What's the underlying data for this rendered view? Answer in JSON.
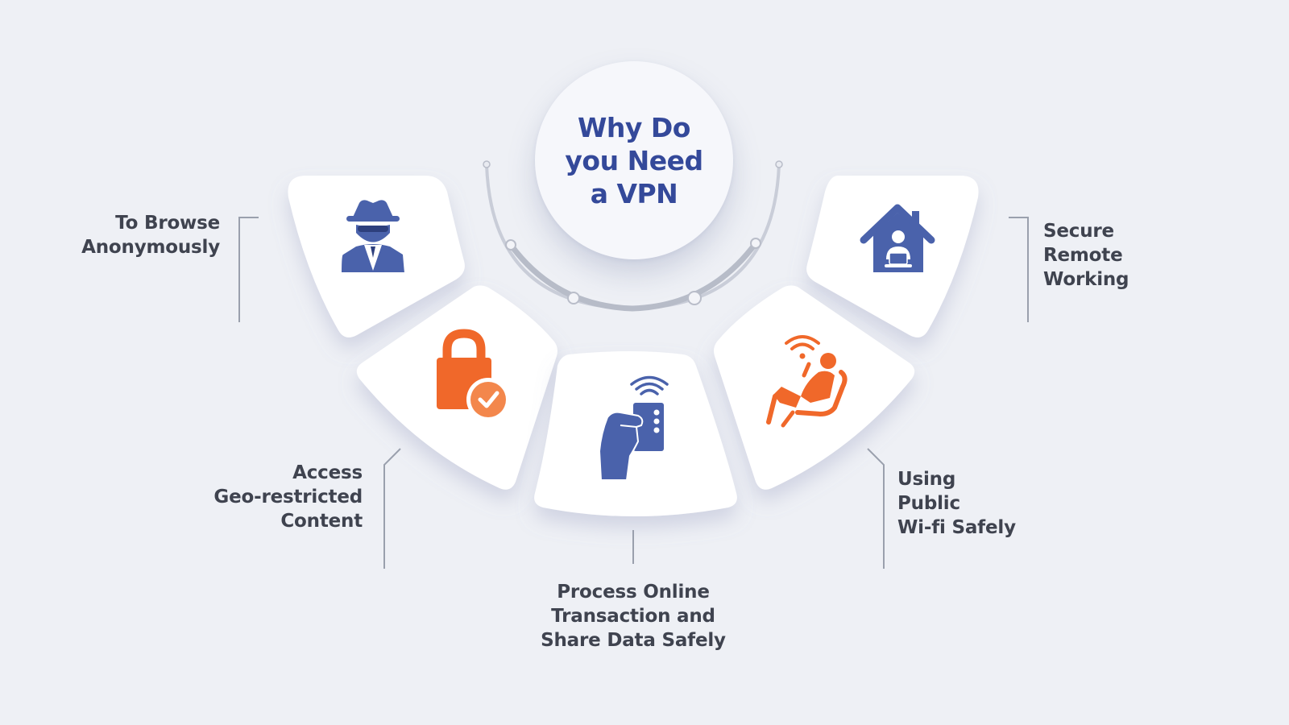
{
  "title_lines": [
    "Why Do",
    "you Need",
    "a VPN"
  ],
  "benefits": [
    {
      "lines": [
        "To Browse",
        "Anonymously"
      ],
      "icon": "spy-icon",
      "icon_color": "#4a62ab"
    },
    {
      "lines": [
        "Access",
        "Geo-restricted",
        "Content"
      ],
      "icon": "padlock-check-icon",
      "icon_color": "#f0682a"
    },
    {
      "lines": [
        "Process Online",
        "Transaction and",
        "Share Data Safely"
      ],
      "icon": "contactless-card-hand-icon",
      "icon_color": "#4a62ab"
    },
    {
      "lines": [
        "Using",
        "Public",
        "Wi-fi Safely"
      ],
      "icon": "person-wifi-chair-icon",
      "icon_color": "#f0682a"
    },
    {
      "lines": [
        "Secure",
        "Remote",
        "Working"
      ],
      "icon": "home-worker-icon",
      "icon_color": "#4a62ab"
    }
  ],
  "colors": {
    "background": "#eef0f5",
    "card": "#ffffff",
    "blue": "#4a62ab",
    "orange": "#f0682a",
    "title": "#34499a",
    "text": "#3f434f",
    "connector": "#9aa0ad"
  }
}
